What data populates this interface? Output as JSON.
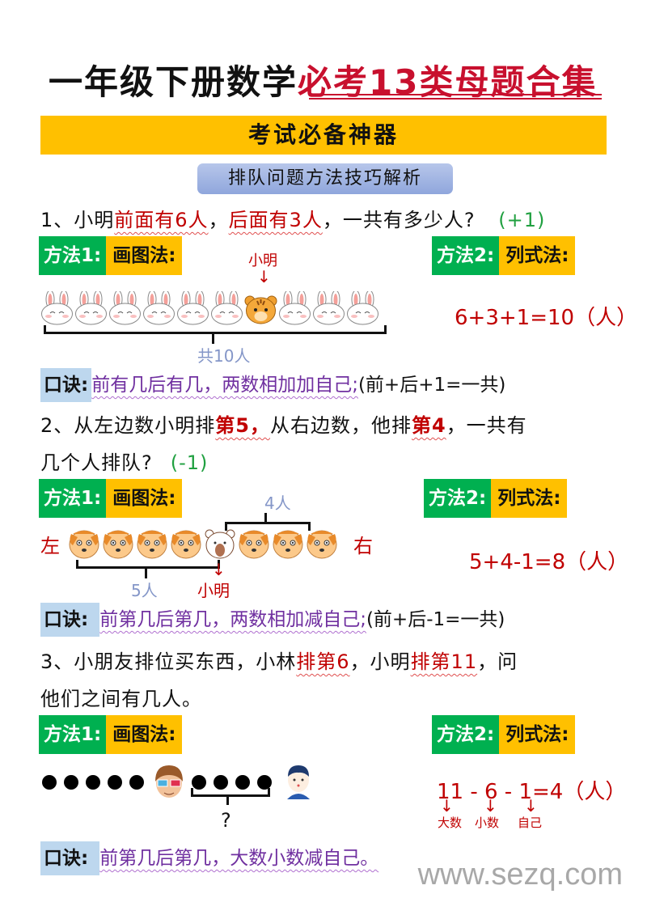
{
  "title": {
    "black": "一年级下册数学",
    "red": "必考13类母题合集"
  },
  "banner": "考试必备神器",
  "subbanner": "排队问题方法技巧解析",
  "colors": {
    "red": "#c00000",
    "green_tag": "#00b050",
    "yellow_tag": "#ffc000",
    "koujue_bg": "#bdd7ee",
    "purple": "#7030a0",
    "label_blue": "#8496c8"
  },
  "methods": {
    "m1_tag": "方法1:",
    "m1_name": "画图法:",
    "m2_tag": "方法2:",
    "m2_name": "列式法:"
  },
  "koujue_label": "口诀:",
  "q1": {
    "num": "1、小明",
    "red1": "前面有6人",
    "sep": "，",
    "red2": "后面有3人",
    "rest": "，一共有多少人?",
    "hint": "(+1)",
    "marker": "小明",
    "total_label": "共10人",
    "rabbits_before": 6,
    "rabbits_after": 3,
    "formula": "6+3+1=10（人）",
    "koujue_text": "前有几后有几，两数相加加自己;",
    "koujue_tail": "(前+后+1=一共)"
  },
  "q2": {
    "line1_a": "2、从左边数小明排",
    "line1_red1": "第5，",
    "line1_b": "从右边数，他排",
    "line1_red2": "第4",
    "line1_c": "，一共有",
    "line2": "几个人排队?",
    "hint": "(-1)",
    "left": "左",
    "right": "右",
    "label_right": "4人",
    "label_left": "5人",
    "marker": "小明",
    "formula": "5+4-1=8（人）",
    "koujue_text": "前第几后第几，两数相加减自己;",
    "koujue_tail": "(前+后-1=一共)"
  },
  "q3": {
    "line1_a": "3、小朋友排位买东西，小林",
    "line1_red1": "排第6",
    "line1_b": "，小明",
    "line1_red2": "排第11",
    "line1_c": "，问",
    "line2": "他们之间有几人。",
    "question_mark": "?",
    "formula": "11 - 6 - 1=4（人）",
    "formula_labels": [
      "大数",
      "小数",
      "自己"
    ],
    "koujue_text": "前第几后第几，大数小数减自己。"
  },
  "watermark": "www.sezq.com"
}
